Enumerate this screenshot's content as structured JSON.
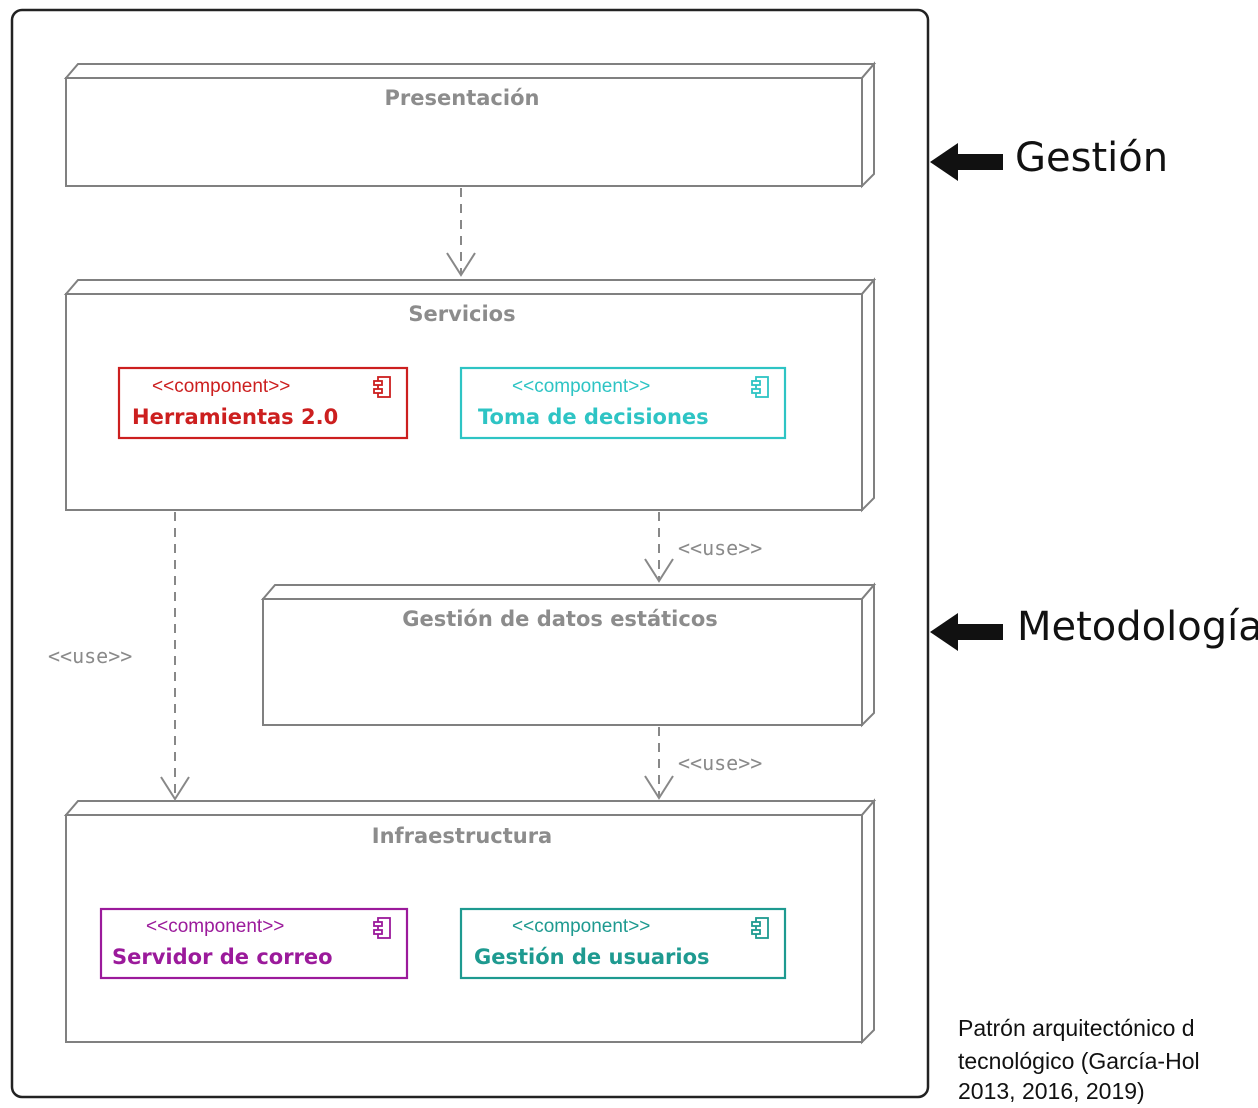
{
  "nodes": {
    "presentacion": "Presentación",
    "servicios": "Servicios",
    "gestion_datos": "Gestión de datos estáticos",
    "infraestructura": "Infraestructura"
  },
  "components": [
    {
      "stereotype": "<<component>>",
      "name": "Herramientas 2.0",
      "color": "#cc1f1f"
    },
    {
      "stereotype": "<<component>>",
      "name": "Toma de decisiones",
      "color": "#2ec4c4"
    },
    {
      "stereotype": "<<component>>",
      "name": "Servidor de correo",
      "color": "#9b1a9b"
    },
    {
      "stereotype": "<<component>>",
      "name": "Gestión de usuarios",
      "color": "#1e9a90"
    }
  ],
  "use_labels": [
    "<<use>>",
    "<<use>>",
    "<<use>>"
  ],
  "side_labels": {
    "gestion": "Gestión",
    "metodologia": "Metodología"
  },
  "caption": {
    "line1": "Patrón arquitectónico d",
    "line2": "tecnológico (García-Hol",
    "line3": "2013, 2016, 2019)"
  },
  "colors": {
    "node_border": "#808080",
    "arrow": "#888888"
  },
  "icons": [
    "component-icon",
    "left-arrow-icon"
  ]
}
